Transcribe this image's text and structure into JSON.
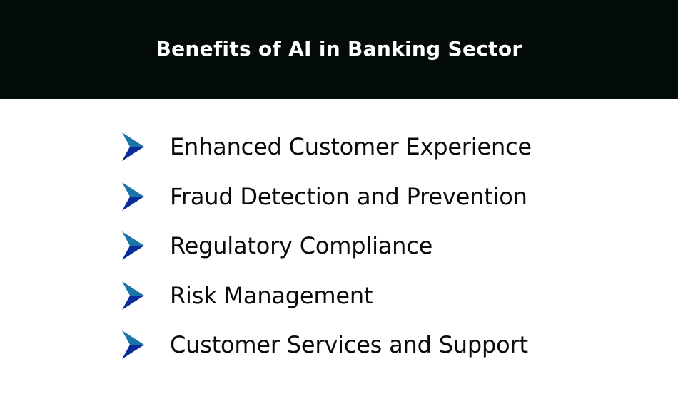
{
  "header": {
    "title": "Benefits of AI in Banking Sector",
    "background_color": "#040c0b",
    "text_color": "#ffffff"
  },
  "list": {
    "icon": "chevron-arrow-right-icon",
    "icon_colors": {
      "top": "#1a74a6",
      "bottom": "#0a2c9a"
    },
    "items": [
      {
        "label": "Enhanced Customer Experience"
      },
      {
        "label": "Fraud Detection and Prevention"
      },
      {
        "label": "Regulatory Compliance"
      },
      {
        "label": "Risk Management"
      },
      {
        "label": "Customer Services and Support"
      }
    ]
  }
}
